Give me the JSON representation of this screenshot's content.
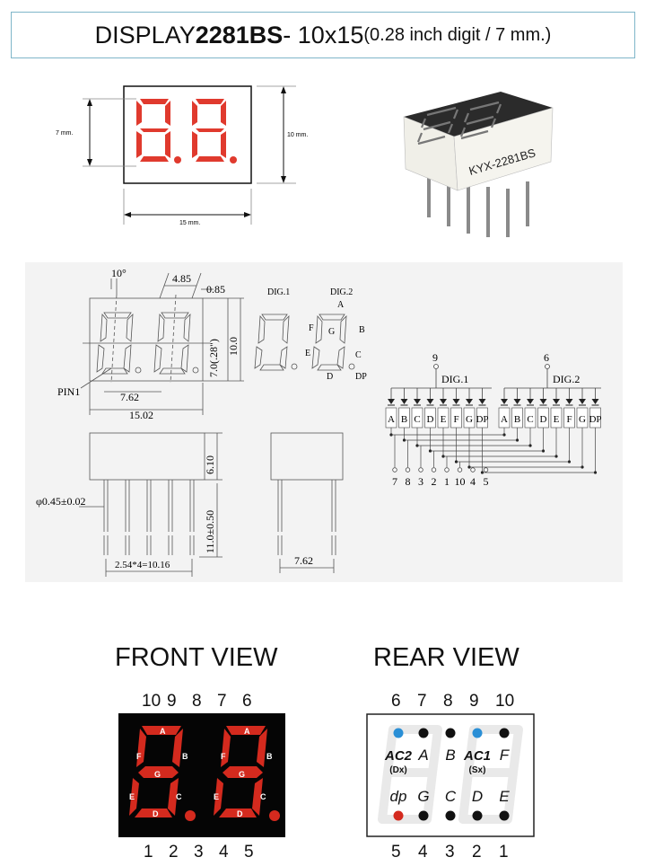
{
  "title": {
    "prefix": "DISPLAY ",
    "model": "2281BS",
    "mid": " - 10x15 ",
    "note": "(0.28 inch digit / 7 mm.)"
  },
  "dimensions": {
    "height_digit": "7 mm.",
    "height_body": "10 mm.",
    "width_body": "15 mm."
  },
  "photo": {
    "part_label": "KYX-2281BS"
  },
  "drawing": {
    "angle": "10°",
    "dim_485": "4.85",
    "dim_085": "0.85",
    "dim_7": "7.0(.28\")",
    "dim_10": "10.0",
    "dim_762": "7.62",
    "dim_1502": "15.02",
    "pin1": "PIN1",
    "dim_610": "6.10",
    "dim_pin_dia": "φ0.45±0.02",
    "dim_pin_len": "11.0±0.50",
    "dim_pitch": "2.54*4=10.16",
    "dim_side_762": "7.62",
    "dig1": "DIG.1",
    "dig2": "DIG.2",
    "seg": {
      "a": "A",
      "b": "B",
      "c": "C",
      "d": "D",
      "e": "E",
      "f": "F",
      "g": "G",
      "dp": "DP"
    },
    "schematic": {
      "common1_pin": "9",
      "common2_pin": "6",
      "segments": [
        "A",
        "B",
        "C",
        "D",
        "E",
        "F",
        "G",
        "DP"
      ],
      "pins": [
        "7",
        "8",
        "3",
        "2",
        "1",
        "10",
        "4",
        "5"
      ]
    }
  },
  "front_view": {
    "title": "FRONT VIEW",
    "top_pins": [
      "10",
      "9",
      "8",
      "7",
      "6"
    ],
    "bottom_pins": [
      "1",
      "2",
      "3",
      "4",
      "5"
    ],
    "seg_labels": {
      "a": "A",
      "b": "B",
      "c": "C",
      "d": "D",
      "e": "E",
      "f": "F",
      "g": "G"
    },
    "segment_color": "#d42a1e"
  },
  "rear_view": {
    "title": "REAR VIEW",
    "top_pins": [
      "6",
      "7",
      "8",
      "9",
      "10"
    ],
    "bottom_pins": [
      "5",
      "4",
      "3",
      "2",
      "1"
    ],
    "top_labels": [
      "AC2",
      "A",
      "B",
      "AC1",
      "F"
    ],
    "top_sub": [
      "(Dx)",
      "",
      "",
      "(Sx)",
      ""
    ],
    "bottom_labels": [
      "dp",
      "G",
      "C",
      "D",
      "E"
    ],
    "common_color": "#2a8fd6",
    "dp_color": "#d42a1e"
  }
}
